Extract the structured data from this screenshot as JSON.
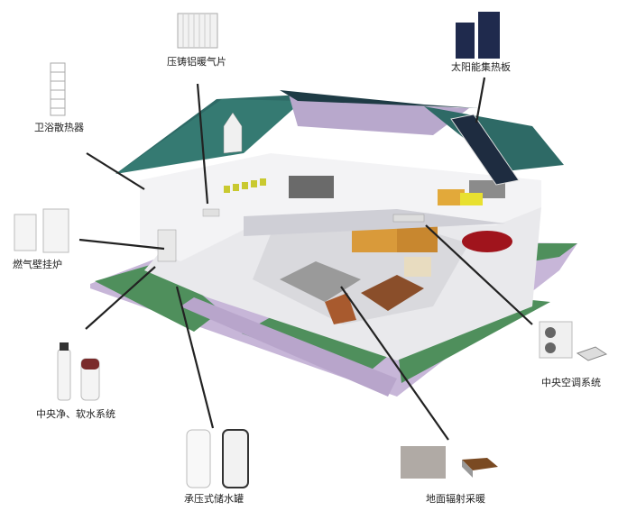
{
  "title_labels": {
    "radiator": "压铸铝暖气片",
    "solar": "太阳能集热板",
    "bath_radiator": "卫浴散热器",
    "boiler": "燃气壁挂炉",
    "water": "中央净、软水系统",
    "tank": "承压式储水罐",
    "floor_heating": "地面辐射采暖",
    "ac": "中央空调系统"
  },
  "colors": {
    "roof": "#2e6a66",
    "lawn": "#4f8f5c",
    "purple": "#c7b6d8",
    "line": "#222222"
  }
}
